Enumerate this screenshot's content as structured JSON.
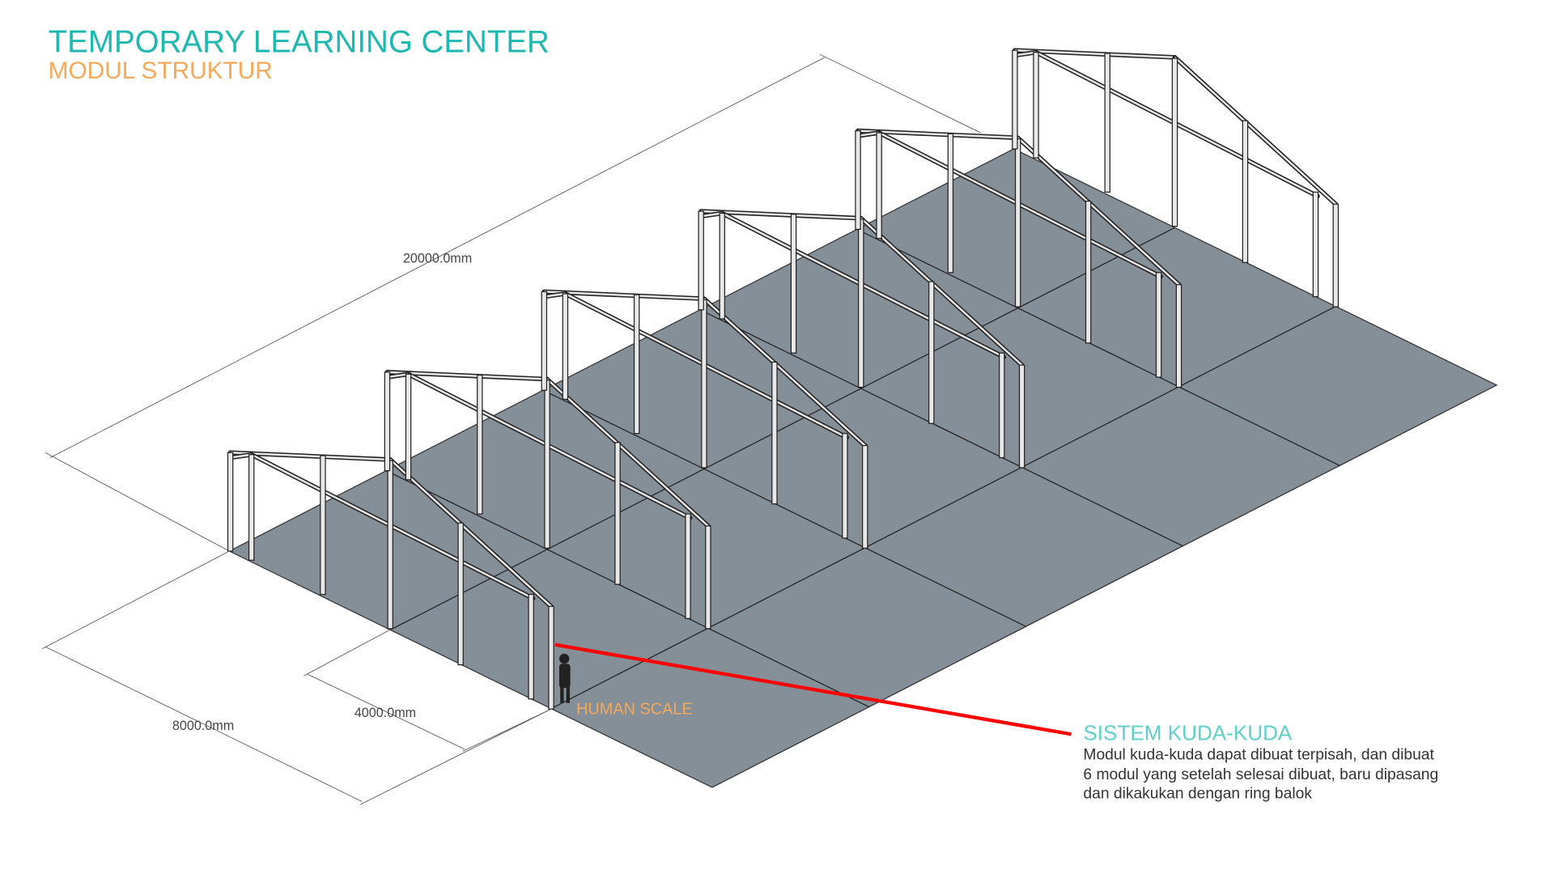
{
  "header": {
    "title": "TEMPORARY LEARNING CENTER",
    "subtitle": "MODUL STRUKTUR"
  },
  "dimensions": {
    "length": "20000.0mm",
    "width": "8000.0mm",
    "module": "4000.0mm"
  },
  "human_scale_label": "HUMAN SCALE",
  "callout": {
    "title": "SISTEM KUDA-KUDA",
    "lines": [
      "Modul kuda-kuda dapat dibuat terpisah, dan dibuat",
      "6 modul yang setelah selesai dibuat, baru dipasang",
      "dan dikakukan dengan ring balok"
    ]
  },
  "colors": {
    "title": "#1fb8b0",
    "subtitle": "#f5a95b",
    "callout_title": "#5fcfcb",
    "floor": "#858f98",
    "leader": "#ff0000"
  }
}
